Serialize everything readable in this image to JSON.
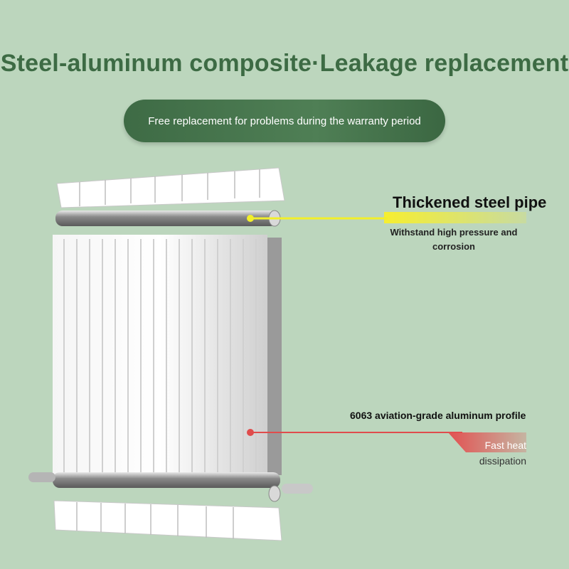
{
  "title": "Steel-aluminum composite·Leakage replacement",
  "banner": "Free replacement for problems during the warranty period",
  "callouts": {
    "pipe": {
      "title": "Thickened steel pipe",
      "desc": "Withstand high pressure and corrosion",
      "color": "#f2ef2a"
    },
    "profile": {
      "title": "6063 aviation-grade aluminum profile",
      "desc_line1": "Fast heat",
      "desc_line2": "dissipation",
      "color": "#e04c4c"
    }
  },
  "colors": {
    "background": "#bcd6bd",
    "title": "#3d6b44",
    "banner": "#4a7a50"
  }
}
